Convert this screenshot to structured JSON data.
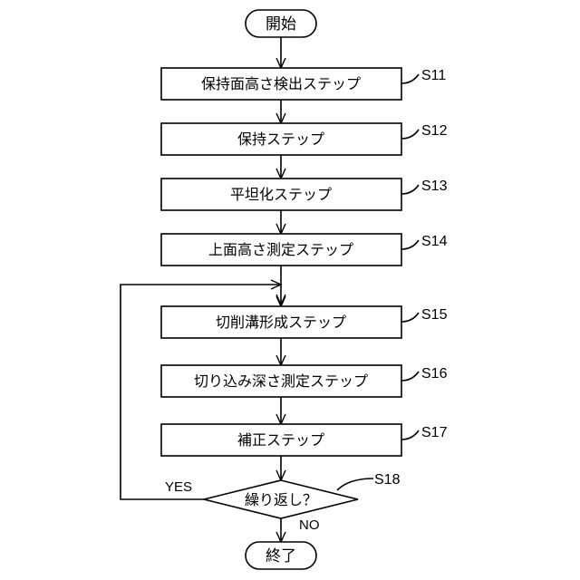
{
  "start": "開始",
  "end": "終了",
  "steps": [
    {
      "id": "S11",
      "label": "保持面高さ検出ステップ"
    },
    {
      "id": "S12",
      "label": "保持ステップ"
    },
    {
      "id": "S13",
      "label": "平坦化ステップ"
    },
    {
      "id": "S14",
      "label": "上面高さ測定ステップ"
    },
    {
      "id": "S15",
      "label": "切削溝形成ステップ"
    },
    {
      "id": "S16",
      "label": "切り込み深さ測定ステップ"
    },
    {
      "id": "S17",
      "label": "補正ステップ"
    }
  ],
  "decision": {
    "id": "S18",
    "label": "繰り返し？",
    "yes": "YES",
    "no": "NO"
  }
}
